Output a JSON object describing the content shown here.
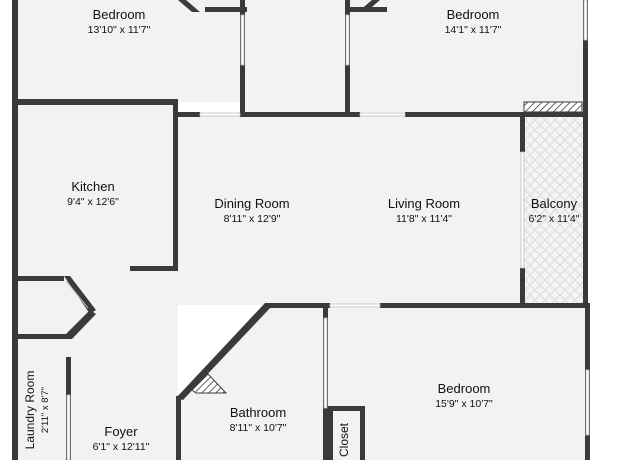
{
  "rooms": {
    "bedroom_top_left": {
      "name": "Bedroom",
      "dims": "13'10\" x 11'7\""
    },
    "bedroom_top_right": {
      "name": "Bedroom",
      "dims": "14'1\" x 11'7\""
    },
    "kitchen": {
      "name": "Kitchen",
      "dims": "9'4\" x 12'6\""
    },
    "dining_room": {
      "name": "Dining Room",
      "dims": "8'11\" x 12'9\""
    },
    "living_room": {
      "name": "Living Room",
      "dims": "11'8\" x 11'4\""
    },
    "balcony": {
      "name": "Balcony",
      "dims": "6'2\" x 11'4\""
    },
    "bedroom_bottom": {
      "name": "Bedroom",
      "dims": "15'9\" x 10'7\""
    },
    "bathroom": {
      "name": "Bathroom",
      "dims": "8'11\" x 10'7\""
    },
    "foyer": {
      "name": "Foyer",
      "dims": "6'1\" x 12'11\""
    },
    "laundry_room": {
      "name": "Laundry Room",
      "dims": "2'11\" x 8'7\""
    },
    "closet": {
      "name": "Closet"
    }
  },
  "colors": {
    "wall": "#3a3a3a",
    "floor": "#f2f2f2",
    "window": "#d9d9d9",
    "balcony_tile": "#e6e6e6"
  }
}
